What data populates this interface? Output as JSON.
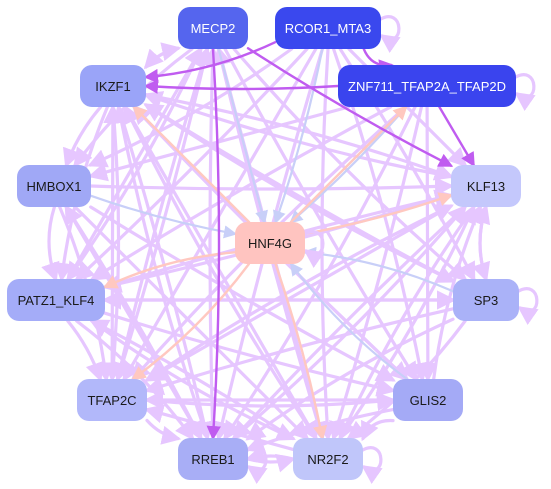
{
  "colors": {
    "edge_default": "#e6c6ff",
    "edge_strong": "#c05cf0",
    "edge_blue": "#c8cff8",
    "edge_salmon": "#ffc8c0"
  },
  "nodes": [
    {
      "id": "MECP2",
      "label": "MECP2",
      "fill": "#5565ee",
      "text": "#ffffff"
    },
    {
      "id": "RCOR1_MTA3",
      "label": "RCOR1_MTA3",
      "fill": "#3a48ee",
      "text": "#ffffff"
    },
    {
      "id": "IKZF1",
      "label": "IKZF1",
      "fill": "#9aa4f8",
      "text": "#1a1a1a"
    },
    {
      "id": "ZNF711_TFAP2A_TFAP2D",
      "label": "ZNF711_TFAP2A_TFAP2D",
      "fill": "#3a44ee",
      "text": "#ffffff"
    },
    {
      "id": "HMBOX1",
      "label": "HMBOX1",
      "fill": "#a0a8f6",
      "text": "#1a1a1a"
    },
    {
      "id": "KLF13",
      "label": "KLF13",
      "fill": "#c4c8fc",
      "text": "#1a1a1a"
    },
    {
      "id": "HNF4G",
      "label": "HNF4G",
      "fill": "#ffc4c0",
      "text": "#1a1a1a"
    },
    {
      "id": "PATZ1_KLF4",
      "label": "PATZ1_KLF4",
      "fill": "#a4acf8",
      "text": "#1a1a1a"
    },
    {
      "id": "SP3",
      "label": "SP3",
      "fill": "#aab2f8",
      "text": "#1a1a1a"
    },
    {
      "id": "TFAP2C",
      "label": "TFAP2C",
      "fill": "#b2b8fa",
      "text": "#1a1a1a"
    },
    {
      "id": "GLIS2",
      "label": "GLIS2",
      "fill": "#a4aaf6",
      "text": "#1a1a1a"
    },
    {
      "id": "RREB1",
      "label": "RREB1",
      "fill": "#a8aef6",
      "text": "#1a1a1a"
    },
    {
      "id": "NR2F2",
      "label": "NR2F2",
      "fill": "#c0c6fa",
      "text": "#1a1a1a"
    }
  ],
  "edges": [
    {
      "from": "RCOR1_MTA3",
      "to": "IKZF1",
      "style": "strong"
    },
    {
      "from": "ZNF711_TFAP2A_TFAP2D",
      "to": "IKZF1",
      "style": "strong"
    },
    {
      "from": "ZNF711_TFAP2A_TFAP2D",
      "to": "KLF13",
      "style": "strong"
    },
    {
      "from": "MECP2",
      "to": "KLF13",
      "style": "strong"
    },
    {
      "from": "RCOR1_MTA3",
      "to": "ZNF711_TFAP2A_TFAP2D",
      "style": "strong"
    },
    {
      "from": "MECP2",
      "to": "RREB1",
      "style": "strong"
    },
    {
      "from": "RCOR1_MTA3",
      "to": "HNF4G",
      "style": "blue"
    },
    {
      "from": "MECP2",
      "to": "HNF4G",
      "style": "blue"
    },
    {
      "from": "HMBOX1",
      "to": "HNF4G",
      "style": "blue"
    },
    {
      "from": "SP3",
      "to": "HNF4G",
      "style": "blue"
    },
    {
      "from": "GLIS2",
      "to": "HNF4G",
      "style": "blue"
    },
    {
      "from": "ZNF711_TFAP2A_TFAP2D",
      "to": "HNF4G",
      "style": "blue"
    },
    {
      "from": "HNF4G",
      "to": "IKZF1",
      "style": "salmon"
    },
    {
      "from": "HNF4G",
      "to": "KLF13",
      "style": "salmon"
    },
    {
      "from": "HNF4G",
      "to": "PATZ1_KLF4",
      "style": "salmon"
    },
    {
      "from": "HNF4G",
      "to": "TFAP2C",
      "style": "salmon"
    },
    {
      "from": "HNF4G",
      "to": "NR2F2",
      "style": "salmon"
    },
    {
      "from": "HNF4G",
      "to": "ZNF711_TFAP2A_TFAP2D",
      "style": "salmon"
    },
    {
      "from": "MECP2",
      "to": "IKZF1",
      "style": "default"
    },
    {
      "from": "MECP2",
      "to": "HMBOX1",
      "style": "default"
    },
    {
      "from": "MECP2",
      "to": "PATZ1_KLF4",
      "style": "default"
    },
    {
      "from": "MECP2",
      "to": "TFAP2C",
      "style": "default"
    },
    {
      "from": "MECP2",
      "to": "NR2F2",
      "style": "default"
    },
    {
      "from": "MECP2",
      "to": "GLIS2",
      "style": "default"
    },
    {
      "from": "MECP2",
      "to": "SP3",
      "style": "default"
    },
    {
      "from": "RCOR1_MTA3",
      "to": "HMBOX1",
      "style": "default"
    },
    {
      "from": "RCOR1_MTA3",
      "to": "PATZ1_KLF4",
      "style": "default"
    },
    {
      "from": "RCOR1_MTA3",
      "to": "TFAP2C",
      "style": "default"
    },
    {
      "from": "RCOR1_MTA3",
      "to": "RREB1",
      "style": "default"
    },
    {
      "from": "RCOR1_MTA3",
      "to": "NR2F2",
      "style": "default"
    },
    {
      "from": "RCOR1_MTA3",
      "to": "GLIS2",
      "style": "default"
    },
    {
      "from": "RCOR1_MTA3",
      "to": "SP3",
      "style": "default"
    },
    {
      "from": "RCOR1_MTA3",
      "to": "KLF13",
      "style": "default"
    },
    {
      "from": "IKZF1",
      "to": "HMBOX1",
      "style": "default"
    },
    {
      "from": "IKZF1",
      "to": "PATZ1_KLF4",
      "style": "default"
    },
    {
      "from": "IKZF1",
      "to": "TFAP2C",
      "style": "default"
    },
    {
      "from": "IKZF1",
      "to": "RREB1",
      "style": "default"
    },
    {
      "from": "IKZF1",
      "to": "NR2F2",
      "style": "default"
    },
    {
      "from": "IKZF1",
      "to": "GLIS2",
      "style": "default"
    },
    {
      "from": "IKZF1",
      "to": "SP3",
      "style": "default"
    },
    {
      "from": "IKZF1",
      "to": "KLF13",
      "style": "default"
    },
    {
      "from": "IKZF1",
      "to": "MECP2",
      "style": "default"
    },
    {
      "from": "ZNF711_TFAP2A_TFAP2D",
      "to": "HMBOX1",
      "style": "default"
    },
    {
      "from": "ZNF711_TFAP2A_TFAP2D",
      "to": "PATZ1_KLF4",
      "style": "default"
    },
    {
      "from": "ZNF711_TFAP2A_TFAP2D",
      "to": "TFAP2C",
      "style": "default"
    },
    {
      "from": "ZNF711_TFAP2A_TFAP2D",
      "to": "RREB1",
      "style": "default"
    },
    {
      "from": "ZNF711_TFAP2A_TFAP2D",
      "to": "NR2F2",
      "style": "default"
    },
    {
      "from": "ZNF711_TFAP2A_TFAP2D",
      "to": "GLIS2",
      "style": "default"
    },
    {
      "from": "HMBOX1",
      "to": "KLF13",
      "style": "default"
    },
    {
      "from": "HMBOX1",
      "to": "PATZ1_KLF4",
      "style": "default"
    },
    {
      "from": "HMBOX1",
      "to": "TFAP2C",
      "style": "default"
    },
    {
      "from": "HMBOX1",
      "to": "RREB1",
      "style": "default"
    },
    {
      "from": "HMBOX1",
      "to": "NR2F2",
      "style": "default"
    },
    {
      "from": "HMBOX1",
      "to": "GLIS2",
      "style": "default"
    },
    {
      "from": "KLF13",
      "to": "SP3",
      "style": "default"
    },
    {
      "from": "SP3",
      "to": "KLF13",
      "style": "default"
    },
    {
      "from": "KLF13",
      "to": "PATZ1_KLF4",
      "style": "default"
    },
    {
      "from": "KLF13",
      "to": "TFAP2C",
      "style": "default"
    },
    {
      "from": "KLF13",
      "to": "RREB1",
      "style": "default"
    },
    {
      "from": "KLF13",
      "to": "NR2F2",
      "style": "default"
    },
    {
      "from": "KLF13",
      "to": "IKZF1",
      "style": "default"
    },
    {
      "from": "PATZ1_KLF4",
      "to": "TFAP2C",
      "style": "default"
    },
    {
      "from": "PATZ1_KLF4",
      "to": "SP3",
      "style": "default"
    },
    {
      "from": "PATZ1_KLF4",
      "to": "GLIS2",
      "style": "default"
    },
    {
      "from": "PATZ1_KLF4",
      "to": "NR2F2",
      "style": "default"
    },
    {
      "from": "PATZ1_KLF4",
      "to": "RREB1",
      "style": "default"
    },
    {
      "from": "PATZ1_KLF4",
      "to": "KLF13",
      "style": "default"
    },
    {
      "from": "PATZ1_KLF4",
      "to": "MECP2",
      "style": "default"
    },
    {
      "from": "SP3",
      "to": "TFAP2C",
      "style": "default"
    },
    {
      "from": "SP3",
      "to": "RREB1",
      "style": "default"
    },
    {
      "from": "SP3",
      "to": "NR2F2",
      "style": "default"
    },
    {
      "from": "SP3",
      "to": "IKZF1",
      "style": "default"
    },
    {
      "from": "SP3",
      "to": "PATZ1_KLF4",
      "style": "default"
    },
    {
      "from": "TFAP2C",
      "to": "RREB1",
      "style": "default"
    },
    {
      "from": "TFAP2C",
      "to": "GLIS2",
      "style": "default"
    },
    {
      "from": "TFAP2C",
      "to": "KLF13",
      "style": "default"
    },
    {
      "from": "TFAP2C",
      "to": "MECP2",
      "style": "default"
    },
    {
      "from": "TFAP2C",
      "to": "IKZF1",
      "style": "default"
    },
    {
      "from": "GLIS2",
      "to": "RREB1",
      "style": "default"
    },
    {
      "from": "GLIS2",
      "to": "NR2F2",
      "style": "default"
    },
    {
      "from": "GLIS2",
      "to": "KLF13",
      "style": "default"
    },
    {
      "from": "GLIS2",
      "to": "IKZF1",
      "style": "default"
    },
    {
      "from": "GLIS2",
      "to": "TFAP2C",
      "style": "default"
    },
    {
      "from": "RREB1",
      "to": "NR2F2",
      "style": "default"
    },
    {
      "from": "RREB1",
      "to": "KLF13",
      "style": "default"
    },
    {
      "from": "RREB1",
      "to": "IKZF1",
      "style": "default"
    },
    {
      "from": "RREB1",
      "to": "MECP2",
      "style": "default"
    },
    {
      "from": "RREB1",
      "to": "HMBOX1",
      "style": "default"
    },
    {
      "from": "NR2F2",
      "to": "RREB1",
      "style": "default"
    },
    {
      "from": "NR2F2",
      "to": "KLF13",
      "style": "default"
    },
    {
      "from": "NR2F2",
      "to": "IKZF1",
      "style": "default"
    },
    {
      "from": "NR2F2",
      "to": "MECP2",
      "style": "default"
    },
    {
      "from": "NR2F2",
      "to": "TFAP2C",
      "style": "default"
    },
    {
      "from": "NR2F2",
      "to": "PATZ1_KLF4",
      "style": "default"
    },
    {
      "from": "RREB1",
      "to": "RREB1",
      "style": "self"
    },
    {
      "from": "NR2F2",
      "to": "NR2F2",
      "style": "self"
    },
    {
      "from": "SP3",
      "to": "SP3",
      "style": "self"
    },
    {
      "from": "RCOR1_MTA3",
      "to": "RCOR1_MTA3",
      "style": "self"
    },
    {
      "from": "ZNF711_TFAP2A_TFAP2D",
      "to": "ZNF711_TFAP2A_TFAP2D",
      "style": "self"
    },
    {
      "from": "HNF4G",
      "to": "HNF4G",
      "style": "self"
    }
  ]
}
